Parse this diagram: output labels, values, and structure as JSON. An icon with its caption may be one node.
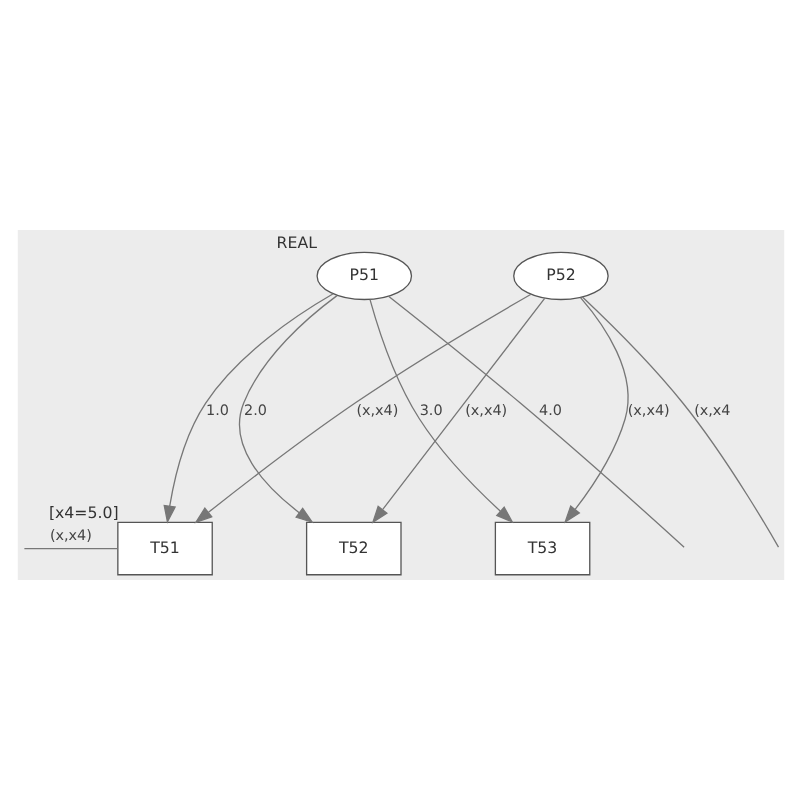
{
  "diagram": {
    "nodes": [
      {
        "text": [
          "P51"
        ],
        "beside": [
          "REAL"
        ]
      },
      {
        "text": [
          "P52"
        ]
      },
      {
        "text": [
          "T51"
        ],
        "beside": [
          "[x4=5.0]"
        ]
      },
      {
        "text": [
          "T52"
        ]
      },
      {
        "text": [
          "T53"
        ]
      }
    ],
    "edges": [
      {
        "from": 0,
        "to": 2,
        "arrow": "to",
        "label": "1.0"
      },
      {
        "from": 0,
        "to": 3,
        "arrow": "to",
        "label": "2.0"
      },
      {
        "from": 0,
        "to": 4,
        "arrow": "to",
        "label": "3.0"
      },
      {
        "from": 0,
        "to": null,
        "arrow": "none",
        "label": "4.0"
      },
      {
        "from": 1,
        "to": 2,
        "arrow": "to",
        "label": "(x,x4)"
      },
      {
        "from": 1,
        "to": 3,
        "arrow": "to",
        "label": "(x,x4)"
      },
      {
        "from": 1,
        "to": 4,
        "arrow": "to",
        "label": "(x,x4)"
      },
      {
        "from": 1,
        "to": null,
        "arrow": "none",
        "label": "(x,x4"
      },
      {
        "from": null,
        "to": 2,
        "arrow": "none",
        "label": "(x,x4)"
      }
    ]
  }
}
